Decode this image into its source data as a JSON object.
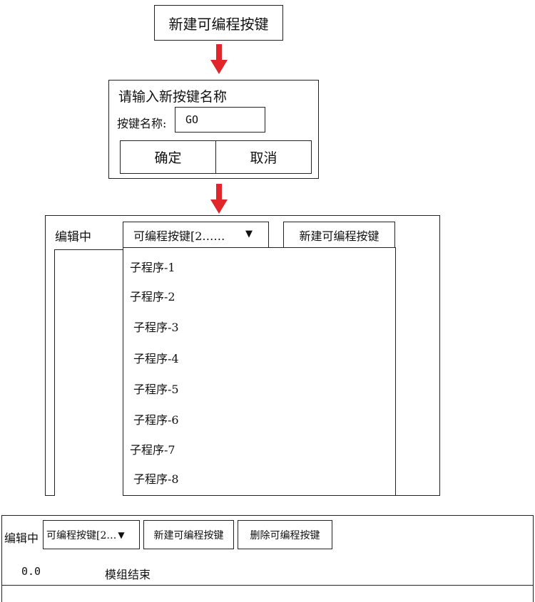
{
  "step1": {
    "new_button_label": "新建可编程按键"
  },
  "dialog": {
    "title": "请输入新按键名称",
    "name_label": "按键名称:",
    "name_value": "GO",
    "ok_label": "确定",
    "cancel_label": "取消"
  },
  "edit_panel": {
    "editing_label": "编辑中",
    "dropdown_value": "可编程按键[2……",
    "dropdown_caret": "▼",
    "new_button_label": "新建可编程按键",
    "list_items": [
      "子程序-1",
      "子程序-2",
      "子程序-3",
      "子程序-4",
      "子程序-5",
      "子程序-6",
      "子程序-7",
      "子程序-8"
    ]
  },
  "bottom_bar": {
    "editing_label": "编辑中",
    "dropdown_value": "可编程按键[2…",
    "dropdown_caret": "▼",
    "new_button_label": "新建可编程按键",
    "delete_button_label": "删除可编程按键",
    "row_number": "0.0",
    "row_text": "模组结束"
  },
  "colors": {
    "arrow": "#e0262b",
    "border": "#222222"
  }
}
